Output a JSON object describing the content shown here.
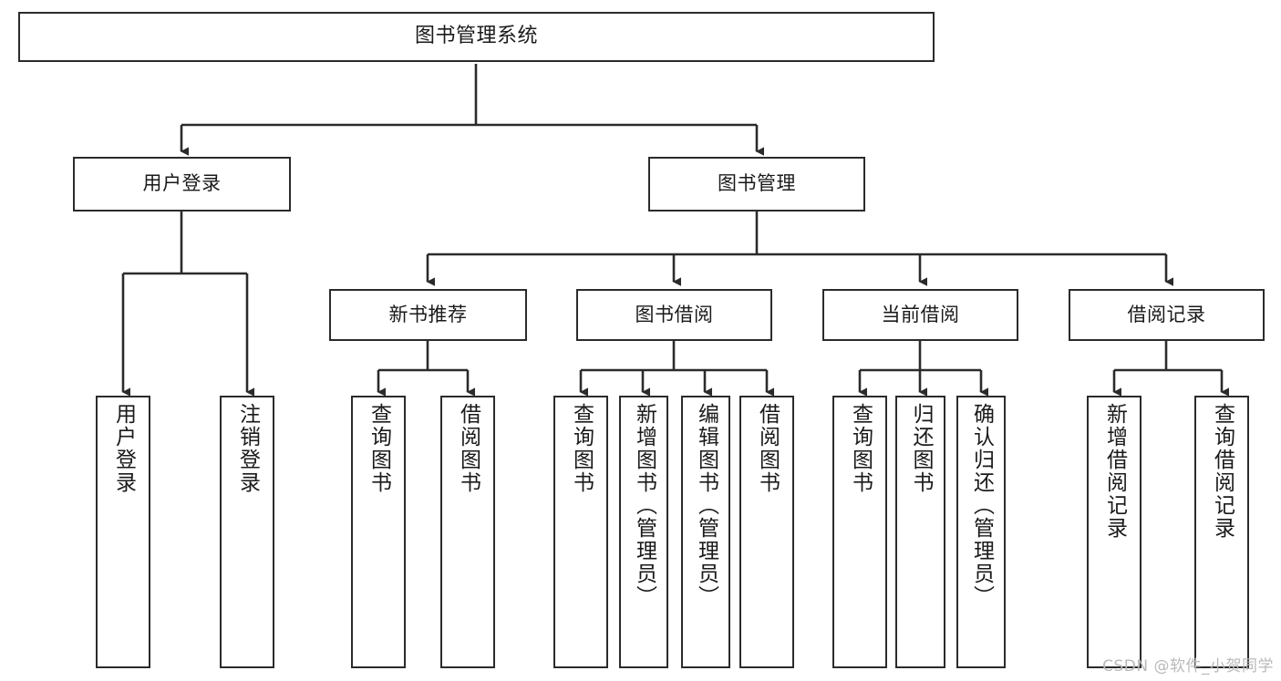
{
  "diagram": {
    "title": "图书管理系统",
    "type": "tree",
    "colors": {
      "stroke": "#2b2b2b",
      "fill": "#ffffff",
      "text": "#1a1a1a",
      "background": "#ffffff",
      "watermark": "#b9b9b9"
    },
    "nodes": {
      "root": {
        "label": "图书管理系统"
      },
      "tier1": [
        {
          "label": "用户登录"
        },
        {
          "label": "图书管理"
        }
      ],
      "tier2": [
        {
          "label": "新书推荐"
        },
        {
          "label": "图书借阅"
        },
        {
          "label": "当前借阅"
        },
        {
          "label": "借阅记录"
        }
      ],
      "leaves_user_login": [
        {
          "label": "用户登录"
        },
        {
          "label": "注销登录"
        }
      ],
      "leaves_new_books": [
        {
          "label": "查询图书"
        },
        {
          "label": "借阅图书"
        }
      ],
      "leaves_borrow": [
        {
          "label": "查询图书"
        },
        {
          "label": "新增图书（管理员）"
        },
        {
          "label": "编辑图书（管理员）"
        },
        {
          "label": "借阅图书"
        }
      ],
      "leaves_current": [
        {
          "label": "查询图书"
        },
        {
          "label": "归还图书"
        },
        {
          "label": "确认归还（管理员）"
        }
      ],
      "leaves_records": [
        {
          "label": "新增借阅记录"
        },
        {
          "label": "查询借阅记录"
        }
      ]
    },
    "watermark": "CSDN @软件_小贺同学"
  }
}
